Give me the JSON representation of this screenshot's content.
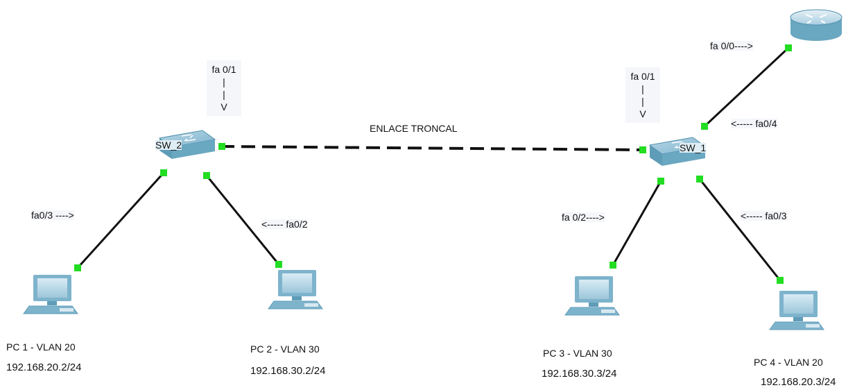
{
  "trunk_label": "ENLACE TRONCAL",
  "switches": {
    "sw2": {
      "name": "SW_2"
    },
    "sw1": {
      "name": "SW_1"
    }
  },
  "port_labels": {
    "sw2_fa01": [
      "fa 0/1",
      "|",
      "|",
      "V"
    ],
    "sw1_fa01": [
      "fa 0/1",
      "|",
      "|",
      "V"
    ],
    "sw2_fa03": "fa0/3 ---->",
    "sw2_fa02": "<----- fa0/2",
    "sw1_fa02": "fa 0/2---->",
    "sw1_fa03": "<----- fa0/3",
    "sw1_fa04": "<----- fa0/4",
    "router_fa00": "fa 0/0---->"
  },
  "pcs": [
    {
      "name": "PC 1 - VLAN 20",
      "ip": "192.168.20.2/24"
    },
    {
      "name": "PC 2 - VLAN 30",
      "ip": "192.168.30.2/24"
    },
    {
      "name": "PC 3 - VLAN 30",
      "ip": "192.168.30.3/24"
    },
    {
      "name": "PC 4 - VLAN 20",
      "ip": "192.168.20.3/24"
    }
  ],
  "colors": {
    "link": "#111111",
    "port_up": "#22dd22",
    "device_blue": "#7eb3cc",
    "device_dark": "#4f8fab"
  }
}
